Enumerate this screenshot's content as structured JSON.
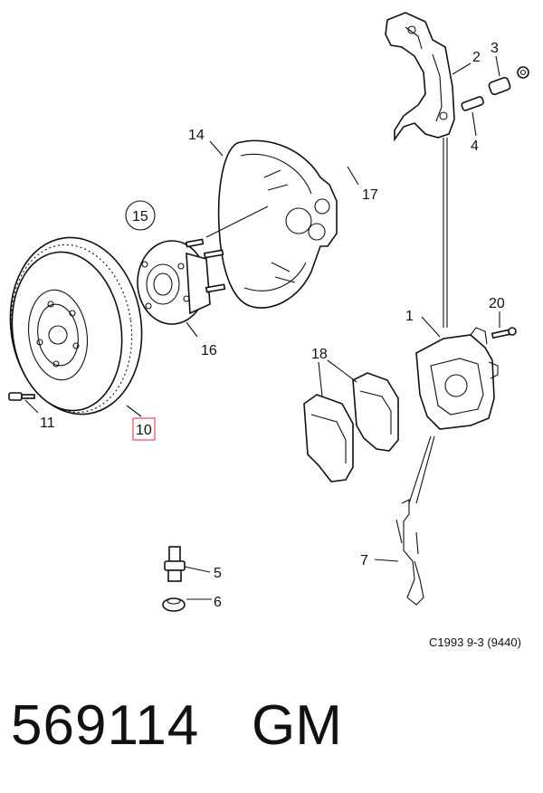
{
  "diagram": {
    "callouts": {
      "c1": "1",
      "c2": "2",
      "c3": "3",
      "c4": "4",
      "c5": "5",
      "c6": "6",
      "c7": "7",
      "c10": "10",
      "c11": "11",
      "c14": "14",
      "c15": "15",
      "c16": "16",
      "c17": "17",
      "c18": "18",
      "c20": "20"
    },
    "highlight_color": "#e8647a",
    "caption": "C1993 9-3 (9440)"
  },
  "footer": {
    "part_number": "569114",
    "brand": "GM"
  }
}
